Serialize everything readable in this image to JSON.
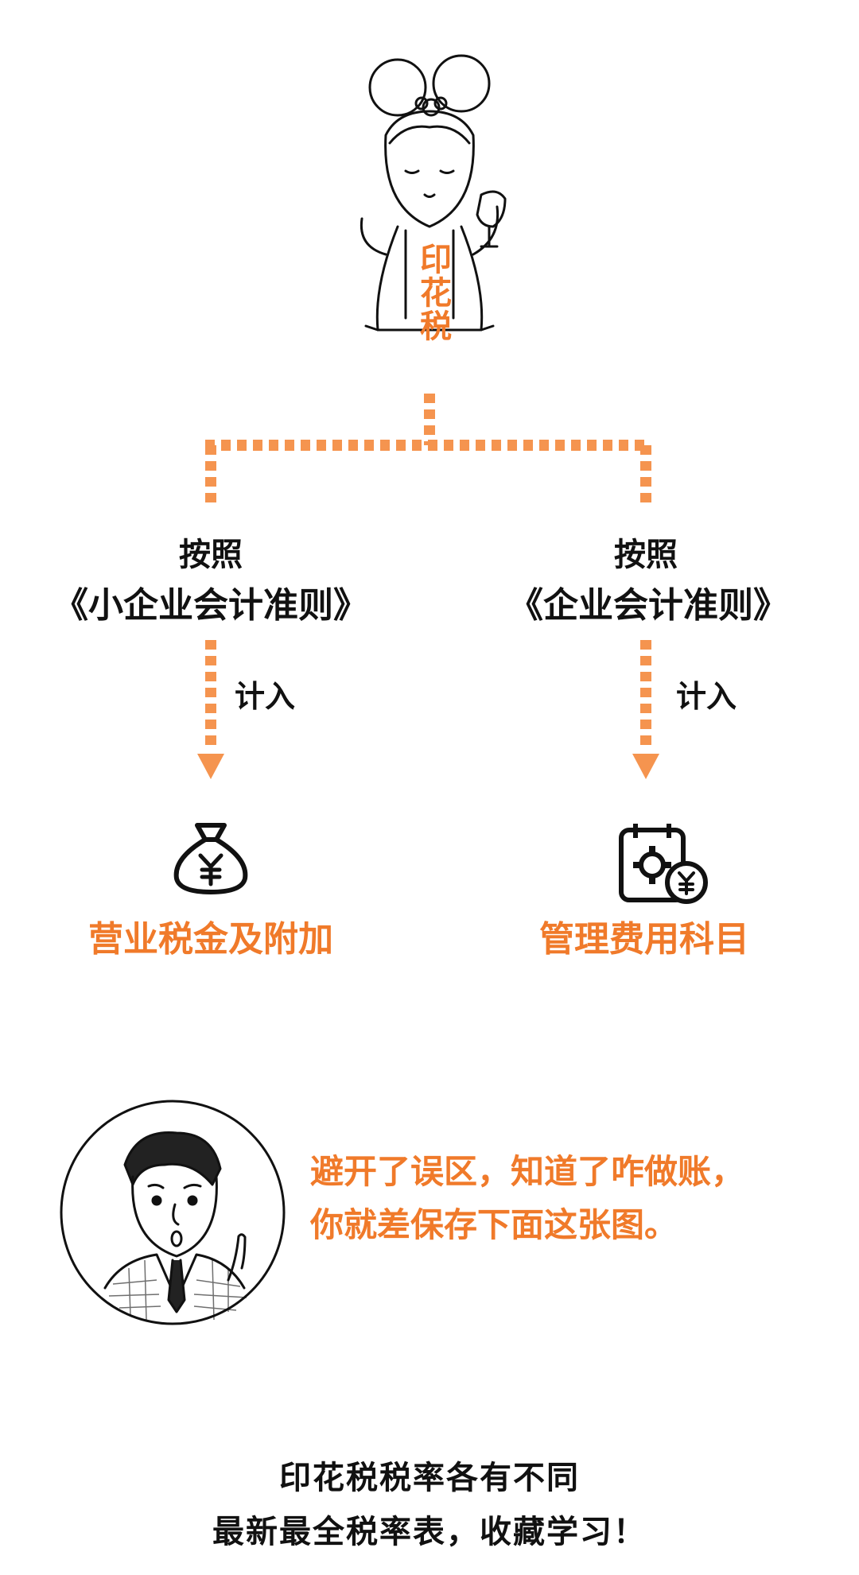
{
  "top_figure": {
    "text": "印花税"
  },
  "branches": [
    {
      "line1": "按照",
      "line2": "《小企业会计准则》",
      "flow": "计入",
      "dest": "营业税金及附加"
    },
    {
      "line1": "按照",
      "line2": "《企业会计准则》",
      "flow": "计入",
      "dest": "管理费用科目"
    }
  ],
  "speech": {
    "line1": "避开了误区，知道了咋做账，",
    "line2": "你就差保存下面这张图。"
  },
  "footer": {
    "line1": "印花税税率各有不同",
    "line2": "最新最全税率表，收藏学习！"
  },
  "colors": {
    "accent": "#f07a2a",
    "ink": "#111111"
  }
}
